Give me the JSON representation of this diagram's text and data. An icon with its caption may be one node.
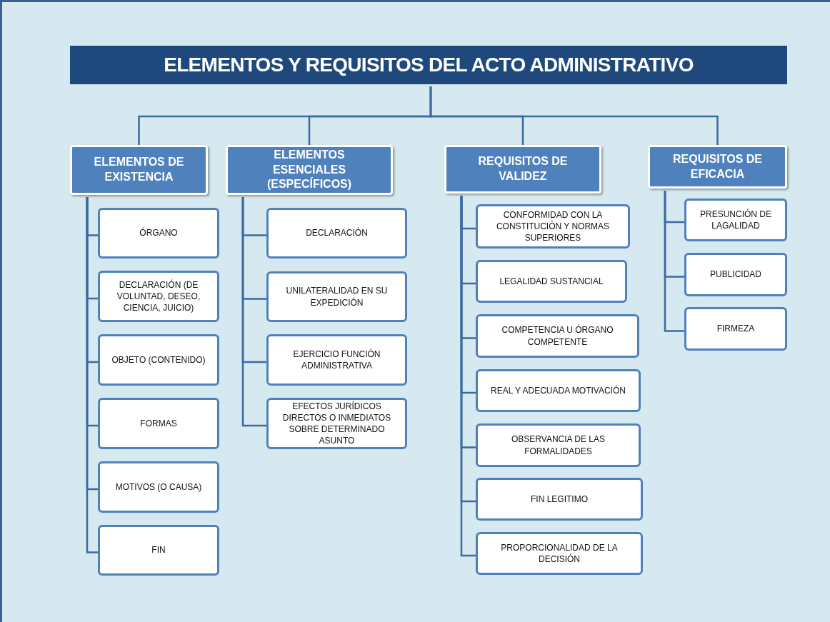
{
  "diagram": {
    "nodes": [
      {
        "text": [
          "ELEMENTOS Y REQUISITOS DEL ACTO ADMINISTRATIVO"
        ]
      },
      {
        "text": [
          "ELEMENTOS DE EXISTENCIA"
        ]
      },
      {
        "text": [
          "ÓRGANO"
        ]
      },
      {
        "text": [
          "DECLARACIÓN (DE VOLUNTAD, DESEO, CIENCIA, JUICIO)"
        ]
      },
      {
        "text": [
          "OBJETO (CONTENIDO)"
        ]
      },
      {
        "text": [
          "FORMAS"
        ]
      },
      {
        "text": [
          "MOTIVOS (O CAUSA)"
        ]
      },
      {
        "text": [
          "FIN"
        ]
      },
      {
        "text": [
          "ELEMENTOS ESENCIALES (ESPECÍFICOS)"
        ]
      },
      {
        "text": [
          "DECLARACIÓN"
        ]
      },
      {
        "text": [
          "UNILATERALIDAD EN SU EXPEDICIÓN"
        ]
      },
      {
        "text": [
          "EJERCICIO FUNCIÓN ADMINISTRATIVA"
        ]
      },
      {
        "text": [
          "EFECTOS JURÍDICOS DIRECTOS O INMEDIATOS SOBRE DETERMINADO ASUNTO"
        ]
      },
      {
        "text": [
          "REQUISITOS DE VALIDEZ"
        ]
      },
      {
        "text": [
          "CONFORMIDAD CON LA CONSTITUCIÓN Y NORMAS SUPERIORES"
        ]
      },
      {
        "text": [
          "LEGALIDAD SUSTANCIAL"
        ]
      },
      {
        "text": [
          "COMPETENCIA U ÓRGANO COMPETENTE"
        ]
      },
      {
        "text": [
          "REAL Y ADECUADA MOTIVACIÓN"
        ]
      },
      {
        "text": [
          "OBSERVANCIA DE LAS FORMALIDADES"
        ]
      },
      {
        "text": [
          "FIN LEGITIMO"
        ]
      },
      {
        "text": [
          "PROPORCIONALIDAD DE LA DECISIÓN"
        ]
      },
      {
        "text": [
          "REQUISITOS DE EFICACIA"
        ]
      },
      {
        "text": [
          "PRESUNCIÓN DE LAGALIDAD"
        ]
      },
      {
        "text": [
          "PUBLICIDAD"
        ]
      },
      {
        "text": [
          "FIRMEZA"
        ]
      }
    ],
    "edges": [
      {
        "from": 0,
        "to": 1,
        "arrow": "none"
      },
      {
        "from": 0,
        "to": 8,
        "arrow": "none"
      },
      {
        "from": 0,
        "to": 13,
        "arrow": "none"
      },
      {
        "from": 0,
        "to": 21,
        "arrow": "none"
      },
      {
        "from": 1,
        "to": 2,
        "arrow": "none"
      },
      {
        "from": 1,
        "to": 3,
        "arrow": "none"
      },
      {
        "from": 1,
        "to": 4,
        "arrow": "none"
      },
      {
        "from": 1,
        "to": 5,
        "arrow": "none"
      },
      {
        "from": 1,
        "to": 6,
        "arrow": "none"
      },
      {
        "from": 1,
        "to": 7,
        "arrow": "none"
      },
      {
        "from": 8,
        "to": 9,
        "arrow": "none"
      },
      {
        "from": 8,
        "to": 10,
        "arrow": "none"
      },
      {
        "from": 8,
        "to": 11,
        "arrow": "none"
      },
      {
        "from": 8,
        "to": 12,
        "arrow": "none"
      },
      {
        "from": 13,
        "to": 14,
        "arrow": "none"
      },
      {
        "from": 13,
        "to": 15,
        "arrow": "none"
      },
      {
        "from": 13,
        "to": 16,
        "arrow": "none"
      },
      {
        "from": 13,
        "to": 17,
        "arrow": "none"
      },
      {
        "from": 13,
        "to": 18,
        "arrow": "none"
      },
      {
        "from": 13,
        "to": 19,
        "arrow": "none"
      },
      {
        "from": 13,
        "to": 20,
        "arrow": "none"
      },
      {
        "from": 21,
        "to": 22,
        "arrow": "none"
      },
      {
        "from": 21,
        "to": 23,
        "arrow": "none"
      },
      {
        "from": 21,
        "to": 24,
        "arrow": "none"
      }
    ]
  }
}
